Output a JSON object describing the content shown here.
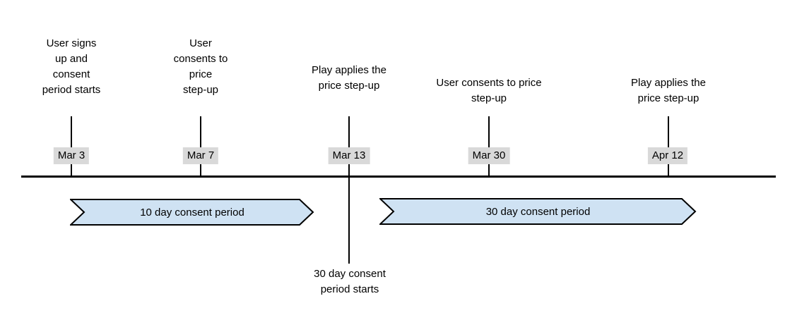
{
  "diagram": {
    "type": "timeline",
    "colors": {
      "background": "#ffffff",
      "line": "#000000",
      "text": "#000000",
      "date_badge_bg": "#d9d9d9",
      "banner_fill": "#cfe2f3",
      "banner_border": "#000000"
    },
    "events": [
      {
        "label": "User signs\nup and\nconsent\nperiod starts",
        "date": "Mar 3"
      },
      {
        "label": "User\nconsents to\nprice\nstep-up",
        "date": "Mar 7"
      },
      {
        "label": "Play applies the\nprice step-up",
        "date": "Mar 13"
      },
      {
        "label": "User consents to price\nstep-up",
        "date": "Mar 30"
      },
      {
        "label": "Play applies the\nprice step-up",
        "date": "Apr 12"
      }
    ],
    "periods": [
      {
        "label": "10 day consent period"
      },
      {
        "label": "30 day consent period"
      }
    ],
    "note": "30 day consent\nperiod starts"
  }
}
